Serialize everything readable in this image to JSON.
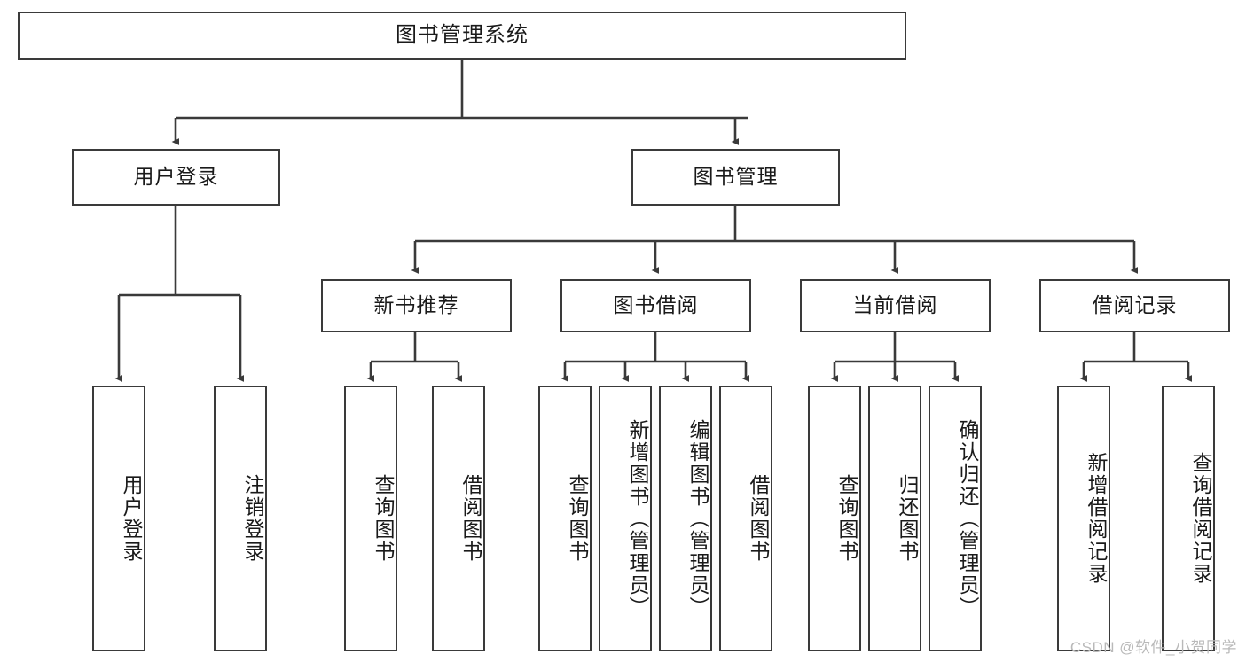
{
  "diagram": {
    "title": "图书管理系统",
    "type": "tree-hierarchy",
    "colors": {
      "box_border": "#3a3a3a",
      "box_fill": "#ffffff",
      "edge": "#3a3a3a",
      "text": "#1a1a1a",
      "watermark": "#b9b9b9"
    },
    "root": {
      "label": "图书管理系统"
    },
    "level2": [
      {
        "label": "用户登录"
      },
      {
        "label": "图书管理"
      }
    ],
    "level3": [
      {
        "label": "新书推荐"
      },
      {
        "label": "图书借阅"
      },
      {
        "label": "当前借阅"
      },
      {
        "label": "借阅记录"
      }
    ],
    "leaves": {
      "user_login": [
        {
          "label": "用户登录"
        },
        {
          "label": "注销登录"
        }
      ],
      "new_book_recommend": [
        {
          "label": "查询图书"
        },
        {
          "label": "借阅图书"
        }
      ],
      "book_borrow": [
        {
          "label": "查询图书"
        },
        {
          "label": "新增图书（管理员）"
        },
        {
          "label": "编辑图书（管理员）"
        },
        {
          "label": "借阅图书"
        }
      ],
      "current_borrow": [
        {
          "label": "查询图书"
        },
        {
          "label": "归还图书"
        },
        {
          "label": "确认归还（管理员）"
        }
      ],
      "borrow_record": [
        {
          "label": "新增借阅记录"
        },
        {
          "label": "查询借阅记录"
        }
      ]
    }
  },
  "watermark": {
    "text": "CSDN @软件_小贺同学"
  }
}
